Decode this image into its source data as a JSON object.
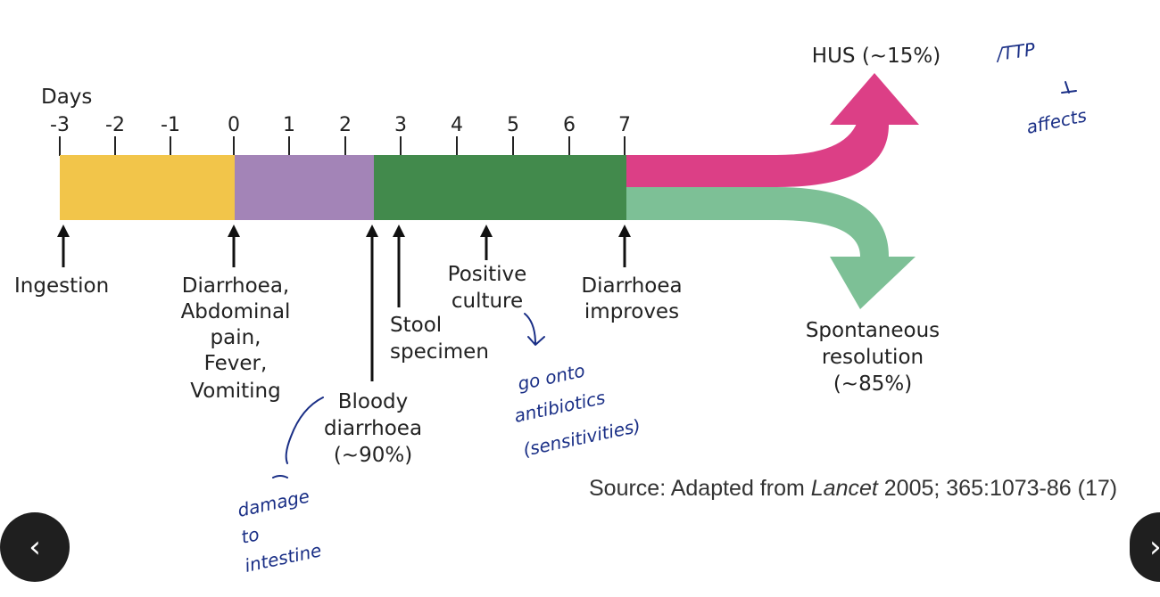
{
  "diagram": {
    "axis_label": "Days",
    "ticks": [
      "-3",
      "-2",
      "-1",
      "0",
      "1",
      "2",
      "3",
      "4",
      "5",
      "6",
      "7"
    ],
    "phase_colors": {
      "incubation": "#f2c54a",
      "early_symptoms": "#a384b7",
      "bloody_phase": "#428a4c",
      "hus_arrow": "#dc3f86",
      "resolution_arrow": "#7dc096"
    },
    "events": {
      "ingestion": "Ingestion",
      "onset": [
        "Diarrhoea,",
        "Abdominal",
        "pain,",
        "Fever,",
        "Vomiting"
      ],
      "bloody": [
        "Bloody",
        "diarrhoea",
        "(~90%)"
      ],
      "stool": [
        "Stool",
        "specimen"
      ],
      "culture": [
        "Positive",
        "culture"
      ],
      "improves": [
        "Diarrhoea",
        "improves"
      ]
    },
    "outcomes": {
      "hus": "HUS (~15%)",
      "resolution": [
        "Spontaneous",
        "resolution",
        "(~85%)"
      ]
    },
    "source": {
      "prefix": "Source: Adapted from ",
      "journal": "Lancet",
      "suffix": " 2005; 365:1073-86 (17)"
    }
  },
  "annotations": {
    "ttp": "/TTP",
    "affects": "affects",
    "antibiotics": [
      "go onto",
      "antibiotics",
      "(sensitivities)"
    ],
    "damage": [
      "damage",
      "to",
      "intestine"
    ]
  },
  "nav": {
    "prev_icon": "chevron-left-icon",
    "next_icon": "chevron-right-icon"
  }
}
